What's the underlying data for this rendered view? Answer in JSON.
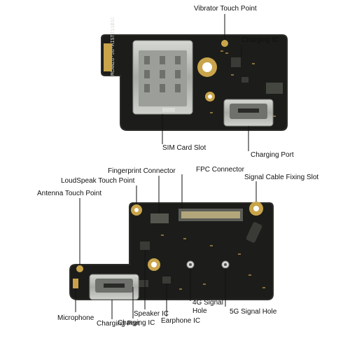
{
  "labels": {
    "vibrator_touch_point": "Vibrator Touch Point",
    "charging_ic_top": "Charging IC",
    "sim_card_slot": "SIM Card Slot",
    "charging_port_top": "Charging Port",
    "fingerprint_connector": "Fingerprint Connector",
    "fpc_connector": "FPC Connector",
    "loudspeak_touch_point": "LoudSpeak Touch Point",
    "signal_cable_fixing_slot": "Signal Cable Fixing Slot",
    "antenna_touch_point": "Antenna Touch Point",
    "speaker_ic": "Speaker IC",
    "charging_ic_bottom": "Charging IC",
    "earphone_ic": "Earphone IC",
    "signal_4g_line1": "4G Signal",
    "signal_4g_line2": "Hole",
    "signal_5g_hole": "5G Signal Hole",
    "microphone": "Microphone",
    "charging_port_bottom": "Charging Port",
    "board_silkscreen": "MCANZG-5G-HIST211B1C"
  },
  "colors": {
    "board": "#1c1d1a",
    "board_edge": "#2b2c28",
    "gold": "#c9a44a",
    "metal": "#b9bbb7",
    "callout_line": "#111111"
  }
}
